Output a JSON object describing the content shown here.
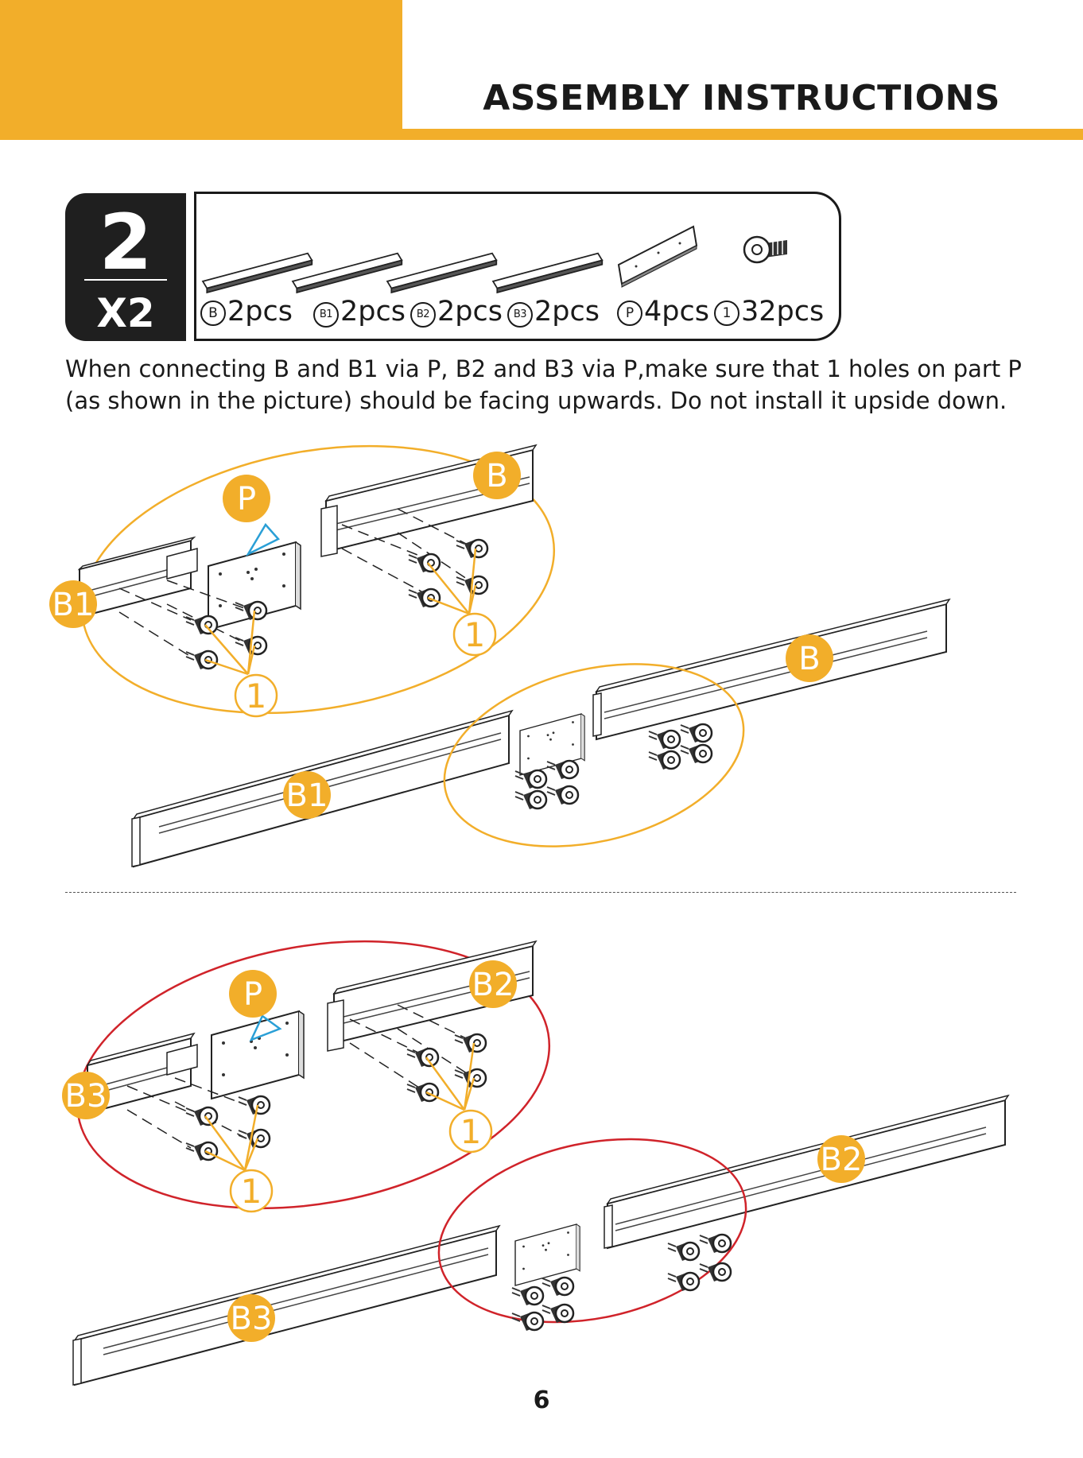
{
  "header": {
    "title": "ASSEMBLY INSTRUCTIONS",
    "accent_color": "#F2AE2A"
  },
  "step": {
    "number": "2",
    "quantity": "X2"
  },
  "parts": [
    {
      "mark": "B",
      "count": "2pcs"
    },
    {
      "mark": "B1",
      "count": "2pcs"
    },
    {
      "mark": "B2",
      "count": "2pcs"
    },
    {
      "mark": "B3",
      "count": "2pcs"
    },
    {
      "mark": "P",
      "count": "4pcs"
    },
    {
      "mark": "1",
      "count": "32pcs"
    }
  ],
  "instruction": {
    "line1": "When connecting B and B1 via P, B2 and B3 via P,make sure that 1 holes on part P",
    "line2": "(as shown in the picture) should be facing upwards. Do not install it upside down."
  },
  "diagram_top": {
    "highlight_color": "#F2AE2A",
    "labels": {
      "p": "P",
      "b_upper": "B",
      "b1_left": "B1",
      "screw_a": "1",
      "screw_b": "1",
      "b_lower": "B",
      "b1_lower": "B1"
    }
  },
  "diagram_bottom": {
    "highlight_color": "#D0232A",
    "labels": {
      "p": "P",
      "b2_upper": "B2",
      "b3_left": "B3",
      "screw_a": "1",
      "screw_b": "1",
      "b2_lower": "B2",
      "b3_lower": "B3"
    }
  },
  "page_number": "6"
}
